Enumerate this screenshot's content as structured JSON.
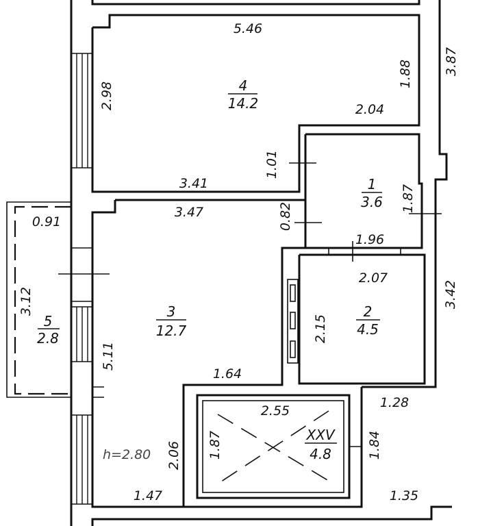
{
  "colors": {
    "ink": "#111111",
    "paper": "#ffffff",
    "note": "#444444"
  },
  "rooms": [
    {
      "id": "4",
      "number": "4",
      "area": "14.2"
    },
    {
      "id": "1",
      "number": "1",
      "area": "3.6"
    },
    {
      "id": "3",
      "number": "3",
      "area": "12.7"
    },
    {
      "id": "2",
      "number": "2",
      "area": "4.5"
    },
    {
      "id": "5",
      "number": "5",
      "area": "2.8"
    },
    {
      "id": "xxv",
      "number": "XXV",
      "area": "4.8"
    }
  ],
  "dimensions": [
    "5.46",
    "3.87",
    "2.98",
    "1.88",
    "2.04",
    "1.01",
    "3.41",
    "3.47",
    "0.82",
    "1.87",
    "1.96",
    "2.07",
    "3.42",
    "2.15",
    "0.91",
    "3.12",
    "5.11",
    "1.64",
    "2.55",
    "1.28",
    "1.87",
    "1.84",
    "2.06",
    "1.47",
    "1.35"
  ],
  "ceiling_height": "h=2.80"
}
